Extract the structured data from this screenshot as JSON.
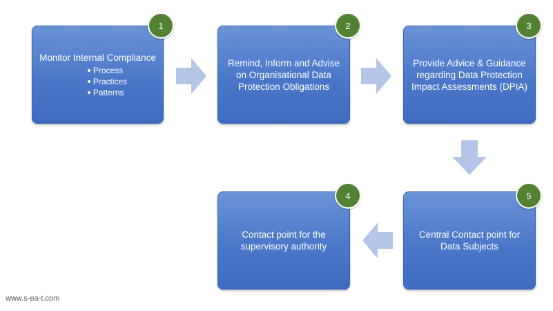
{
  "steps": [
    {
      "number": "1",
      "title": "Monitor Internal Compliance",
      "bullets": [
        "Process",
        "Practices",
        "Patterns"
      ]
    },
    {
      "number": "2",
      "title": "Remind, Inform and Advise\non Organisational Data\nProtection Obligations",
      "bullets": []
    },
    {
      "number": "3",
      "title": "Provide Advice & Guidance\nregarding Data Protection\nImpact Assessments (DPIA)",
      "bullets": []
    },
    {
      "number": "4",
      "title": "Contact point for the\nsupervisory authority",
      "bullets": []
    },
    {
      "number": "5",
      "title": "Central Contact point for\nData Subjects",
      "bullets": []
    }
  ],
  "watermark": "www.s-ea-t.com",
  "colors": {
    "box": "#4a77c9",
    "badge": "#548235",
    "arrow": "#b4c6e7"
  }
}
